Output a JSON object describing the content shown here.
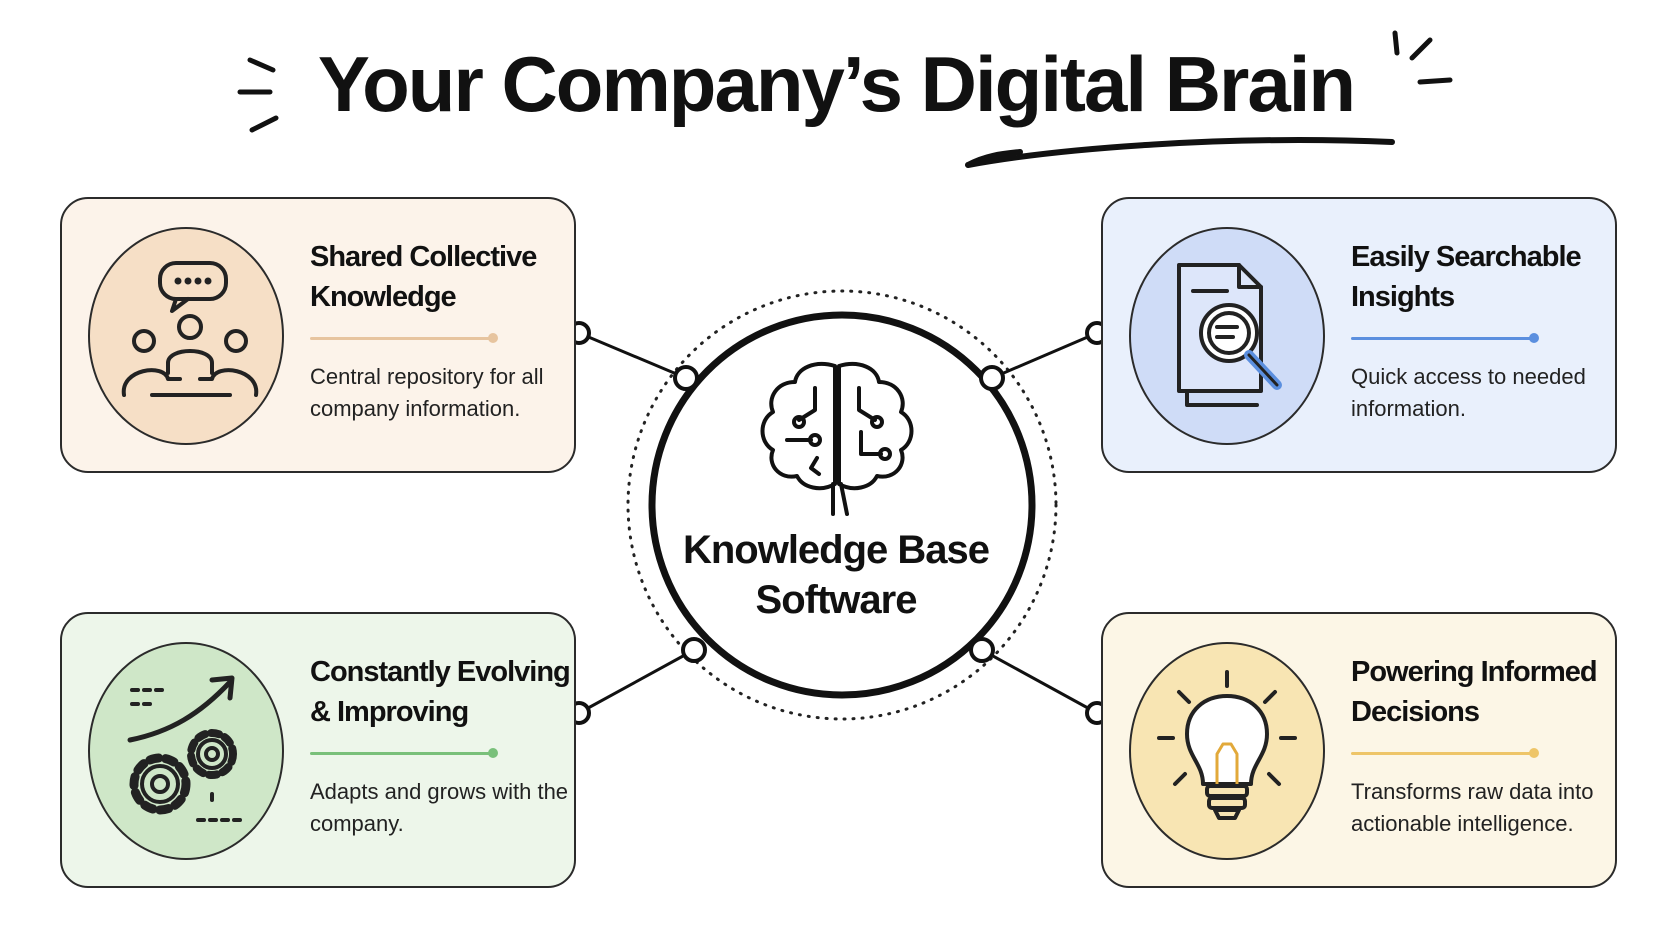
{
  "title": {
    "text": "Your Company’s Digital Brain"
  },
  "hub": {
    "label": "Knowledge Base Software",
    "icon": "brain-circuit-icon"
  },
  "colors": {
    "outline": "#2b2b2b",
    "text": "#111111"
  },
  "cards": [
    {
      "heading": "Shared Collective Knowledge",
      "description": "Central repository for all company information.",
      "icon": "team-discussion-icon",
      "background": "#fcf3ea",
      "circle_fill": "#f6dfc6",
      "accent": "#e7c49f"
    },
    {
      "heading": "Easily Searchable Insights",
      "description": "Quick access to needed information.",
      "icon": "document-search-icon",
      "background": "#e9f0fc",
      "circle_fill": "#cfdcf7",
      "accent": "#5b8fdf"
    },
    {
      "heading": "Constantly Evolving & Improving",
      "description": "Adapts and grows with the company.",
      "icon": "gears-growth-icon",
      "background": "#edf6ea",
      "circle_fill": "#cfe7c8",
      "accent": "#79c07a"
    },
    {
      "heading": "Powering Informed Decisions",
      "description": "Transforms raw data into actionable intelligence.",
      "icon": "lightbulb-icon",
      "background": "#fcf6e6",
      "circle_fill": "#f8e5b3",
      "accent": "#eec568"
    }
  ]
}
